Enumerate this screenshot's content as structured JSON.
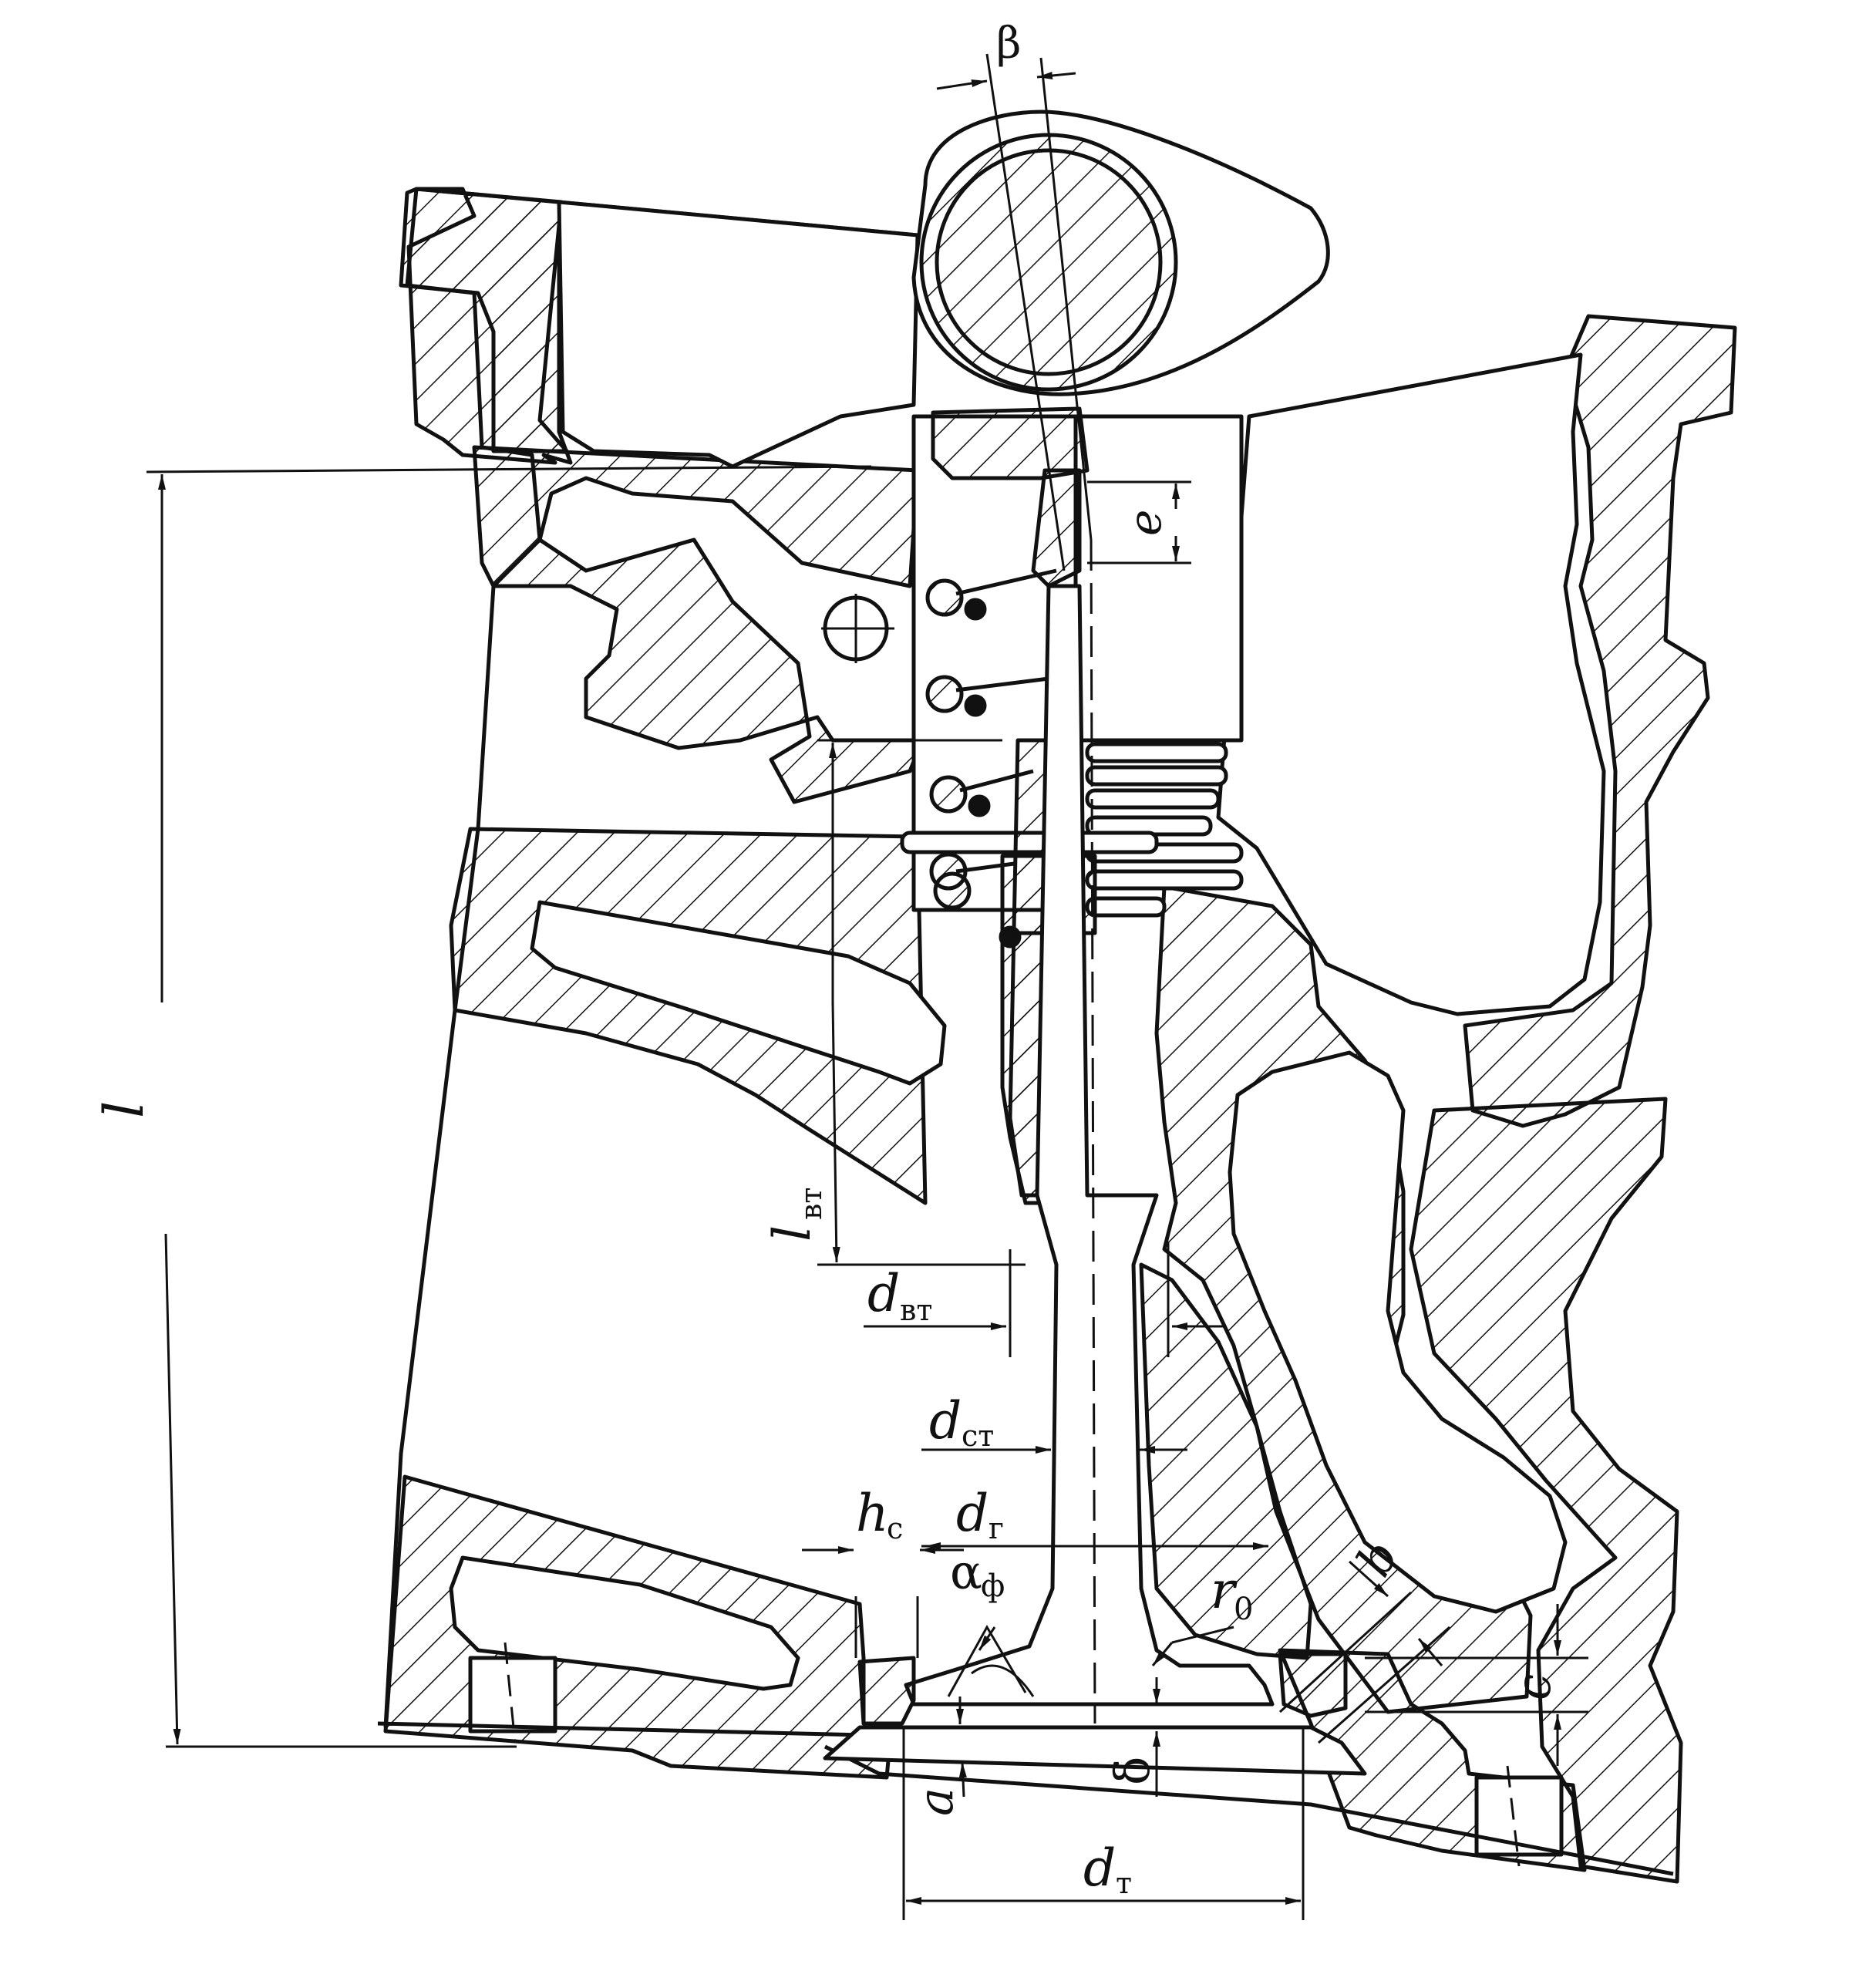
{
  "labels": {
    "beta": "β",
    "e": "e",
    "l": "l",
    "l_vt_main": "l",
    "l_vt_sub": "вт",
    "d_vt_main": "d",
    "d_vt_sub": "вт",
    "d_st_main": "d",
    "d_st_sub": "ст",
    "h_c_main": "h",
    "h_c_sub": "с",
    "d_g_main": "d",
    "d_g_sub": "г",
    "alpha_main": "α",
    "alpha_sub": "ф",
    "r0_main": "r",
    "r0_sub": "0",
    "b": "b",
    "c": "c",
    "a": "a",
    "delta": "δ",
    "d_t_main": "d",
    "d_t_sub": "т"
  },
  "colors": {
    "line": "#111111",
    "background": "#ffffff"
  }
}
